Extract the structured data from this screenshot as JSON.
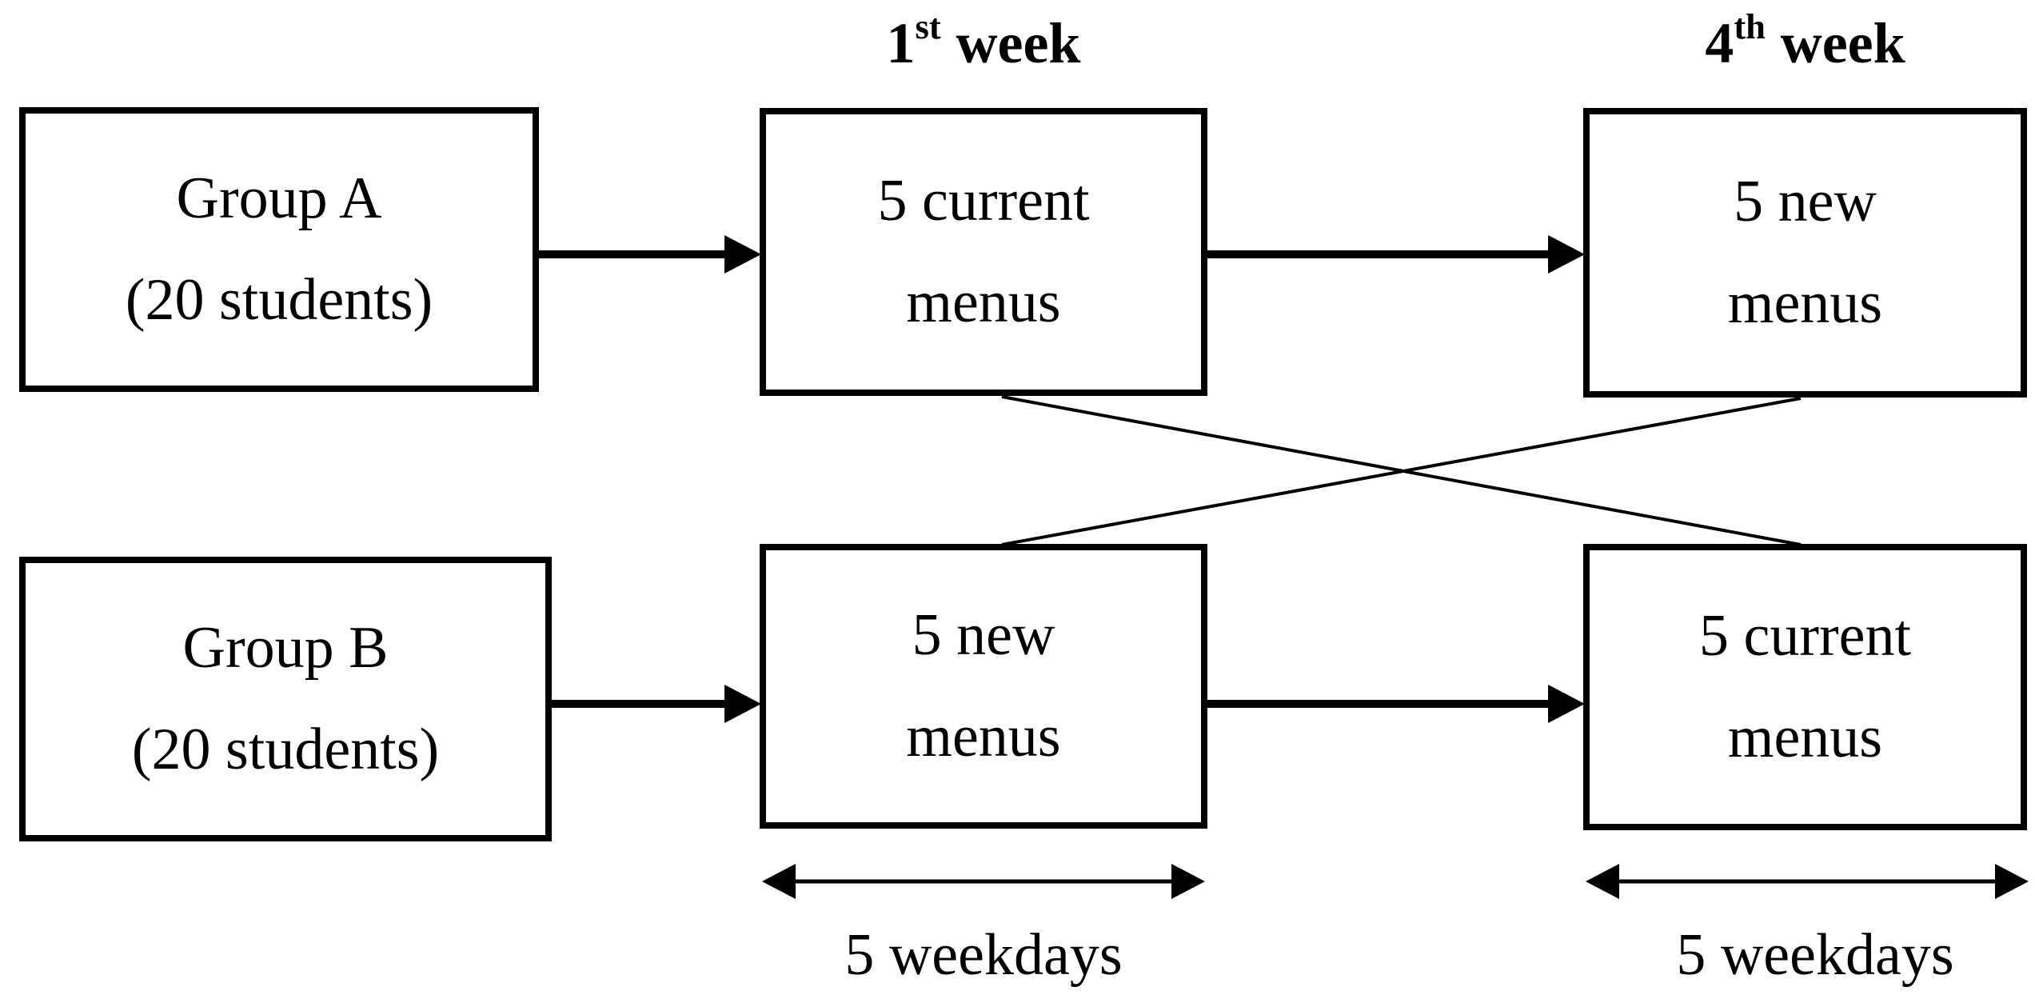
{
  "diagram": {
    "headers": [
      {
        "number": "1",
        "ordinal": "st",
        "word": "week"
      },
      {
        "number": "4",
        "ordinal": "th",
        "word": "week"
      }
    ],
    "boxes": {
      "group_a": {
        "line1": "Group A",
        "line2": "(20 students)"
      },
      "group_b": {
        "line1": "Group B",
        "line2": "(20 students)"
      },
      "week1_top": {
        "line1": "5 current",
        "line2": "menus"
      },
      "week4_top": {
        "line1": "5 new",
        "line2": "menus"
      },
      "week1_bottom": {
        "line1": "5 new",
        "line2": "menus"
      },
      "week4_bottom": {
        "line1": "5 current",
        "line2": "menus"
      }
    },
    "duration_labels": {
      "week1": "5 weekdays",
      "week4": "5 weekdays"
    },
    "colors": {
      "ink": "#000000",
      "background": "#ffffff"
    }
  }
}
